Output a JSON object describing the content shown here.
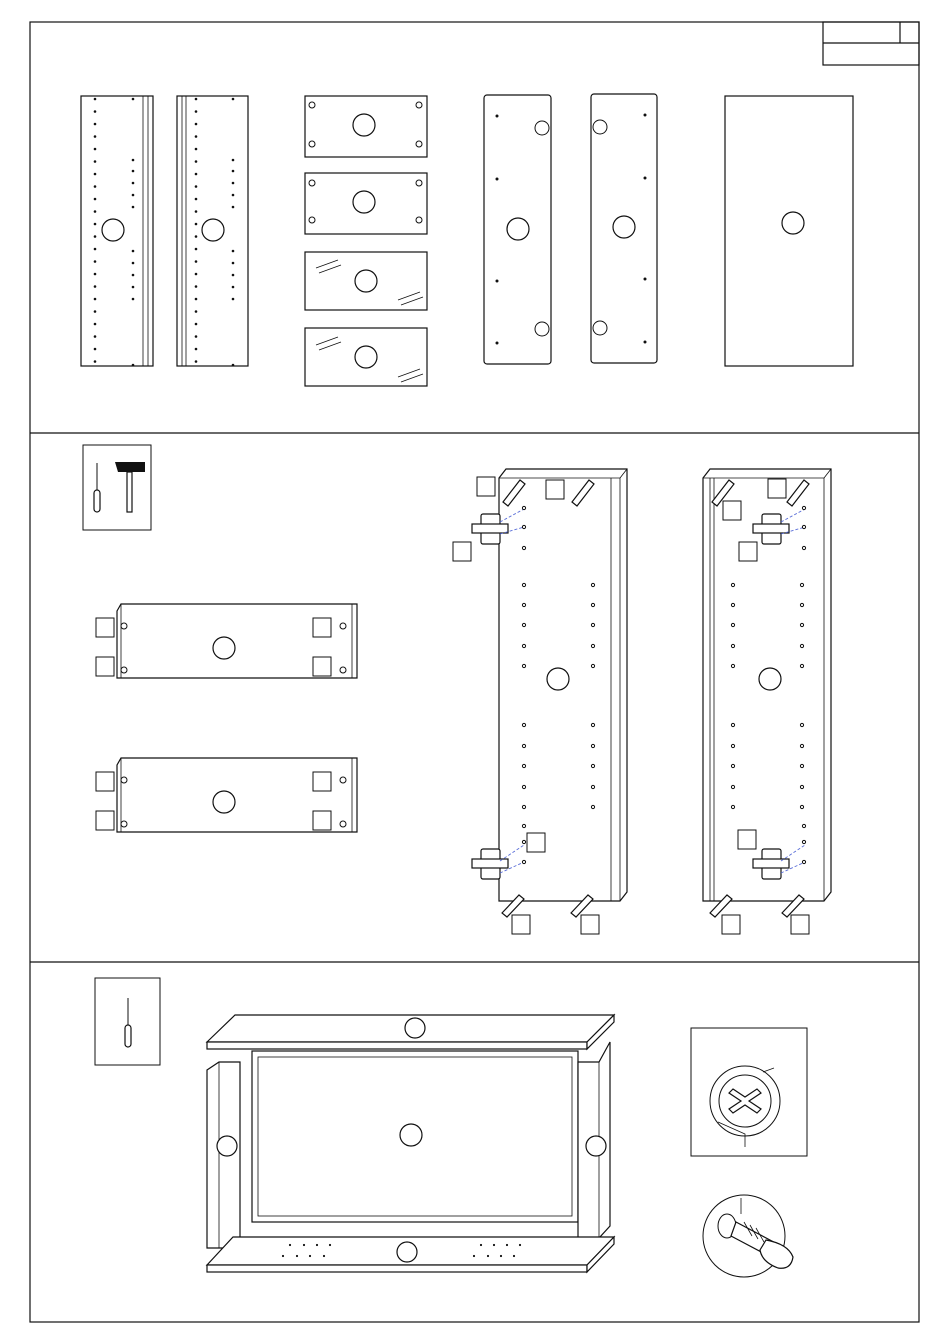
{
  "sheet": {
    "title_block": {
      "cells": [
        "",
        "",
        ""
      ]
    }
  },
  "step1": {
    "panels": [
      "side-panel-left",
      "side-panel-right",
      "shelf-1",
      "shelf-2",
      "glass-shelf-1",
      "glass-shelf-2",
      "door-left",
      "door-right",
      "back-panel"
    ]
  },
  "step2": {
    "tools": [
      "screwdriver-icon",
      "hammer-icon"
    ]
  },
  "step3": {
    "tools": [
      "screwdriver-icon"
    ],
    "details": [
      "hinge-screw-detail",
      "screwdriver-turning-detail"
    ]
  }
}
